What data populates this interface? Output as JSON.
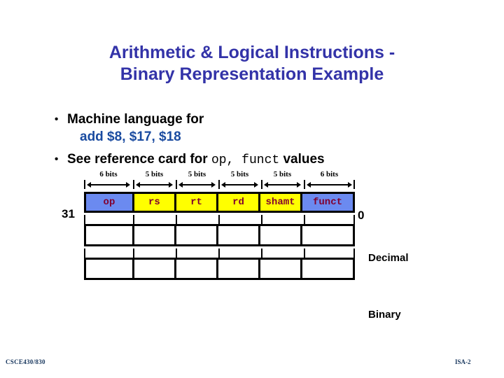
{
  "slide": {
    "title": "Arithmetic & Logical Instructions - Binary Representation Example",
    "title_line1": "Arithmetic & Logical Instructions -",
    "title_line2": "Binary Representation Example",
    "title_color": "#3333a8",
    "background_color": "#ffffff"
  },
  "bullets": [
    {
      "marker": "•",
      "text": "Machine language for",
      "sub_line": "add $8, $17, $18",
      "sub_color": "#1a4ba0"
    },
    {
      "marker": "•",
      "text_before": "See reference card for ",
      "mono_text": "op, funct",
      "text_after": " values"
    }
  ],
  "diagram": {
    "left_bit_label": "31",
    "right_bit_label": "0",
    "field_text_color": "#800030",
    "blue_fill": "#6b8af0",
    "yellow_fill": "#ffff00",
    "fields": [
      {
        "name": "op",
        "bits": "6 bits",
        "width_pct": 18.09,
        "fill": "blue"
      },
      {
        "name": "rs",
        "bits": "5 bits",
        "width_pct": 15.76,
        "fill": "yellow"
      },
      {
        "name": "rt",
        "bits": "5 bits",
        "width_pct": 15.76,
        "fill": "yellow"
      },
      {
        "name": "rd",
        "bits": "5 bits",
        "width_pct": 15.76,
        "fill": "yellow"
      },
      {
        "name": "shamt",
        "bits": "5 bits",
        "width_pct": 15.76,
        "fill": "yellow"
      },
      {
        "name": "funct",
        "bits": "6 bits",
        "width_pct": 18.87,
        "fill": "blue"
      }
    ],
    "value_rows": [
      {
        "label": "Decimal",
        "cells": [
          "",
          "",
          "",
          "",
          "",
          ""
        ]
      },
      {
        "label": "Binary",
        "cells": [
          "",
          "",
          "",
          "",
          "",
          ""
        ]
      }
    ]
  },
  "footer": {
    "left": "CSCE430/830",
    "right": "ISA-2",
    "color": "#17365d"
  }
}
